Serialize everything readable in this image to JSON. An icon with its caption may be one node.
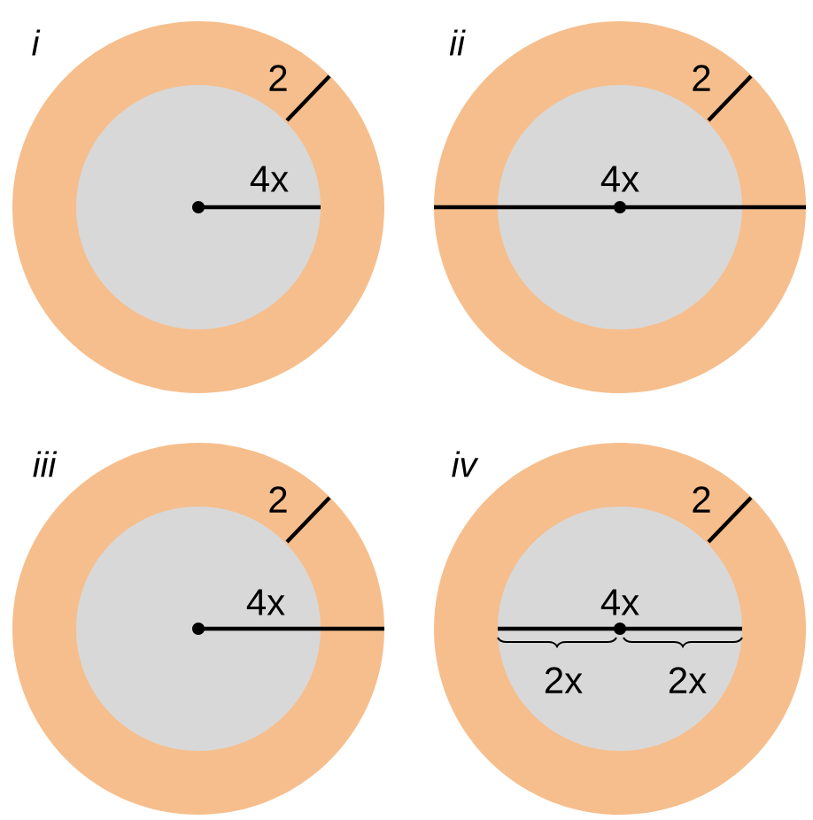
{
  "diagram": {
    "labels": [
      "i",
      "2",
      "4x",
      "ii",
      "2",
      "4x",
      "iii",
      "2",
      "4x",
      "iv",
      "2",
      "4x",
      "2x",
      "2x"
    ]
  }
}
